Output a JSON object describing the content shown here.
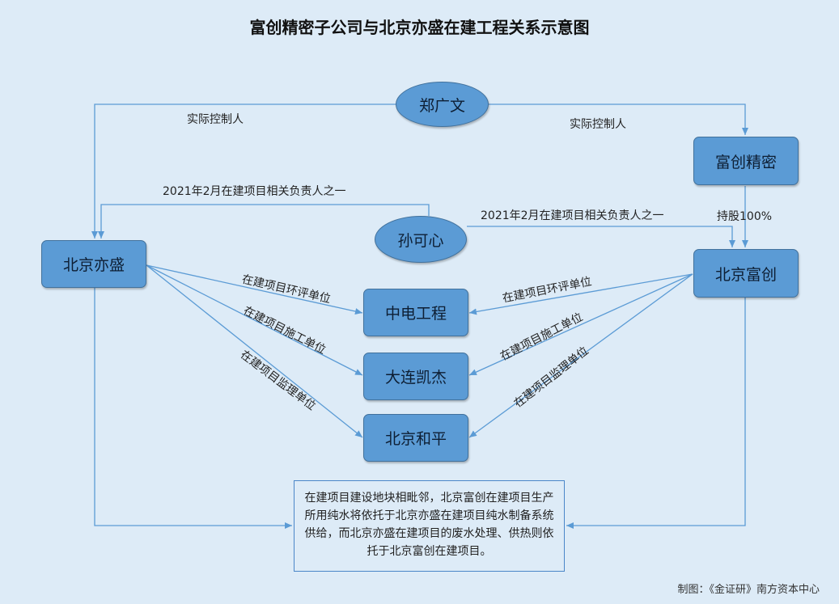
{
  "title": "富创精密子公司与北京亦盛在建工程关系示意图",
  "nodes": {
    "zheng": "郑广文",
    "fuchuang_jingmi": "富创精密",
    "sun": "孙可心",
    "beijing_yisheng": "北京亦盛",
    "beijing_fuchuang": "北京富创",
    "zhongdian": "中电工程",
    "dalian": "大连凯杰",
    "heping": "北京和平"
  },
  "edges": {
    "controller_left": "实际控制人",
    "controller_right": "实际控制人",
    "holding": "持股100%",
    "sun_left": "2021年2月在建项目相关负责人之一",
    "sun_right": "2021年2月在建项目相关负责人之一",
    "left_env": "在建项目环评单位",
    "left_build": "在建项目施工单位",
    "left_supervise": "在建项目监理单位",
    "right_env": "在建项目环评单位",
    "right_build": "在建项目施工单位",
    "right_supervise": "在建项目监理单位"
  },
  "note": "在建项目建设地块相毗邻，北京富创在建项目生产所用纯水将依托于北京亦盛在建项目纯水制备系统供给，而北京亦盛在建项目的废水处理、供热则依托于北京富创在建项目。",
  "credit": "制图：《金证研》南方资本中心",
  "colors": {
    "background": "#ddebf7",
    "node_fill": "#5b9bd5",
    "line": "#5b9bd5"
  }
}
